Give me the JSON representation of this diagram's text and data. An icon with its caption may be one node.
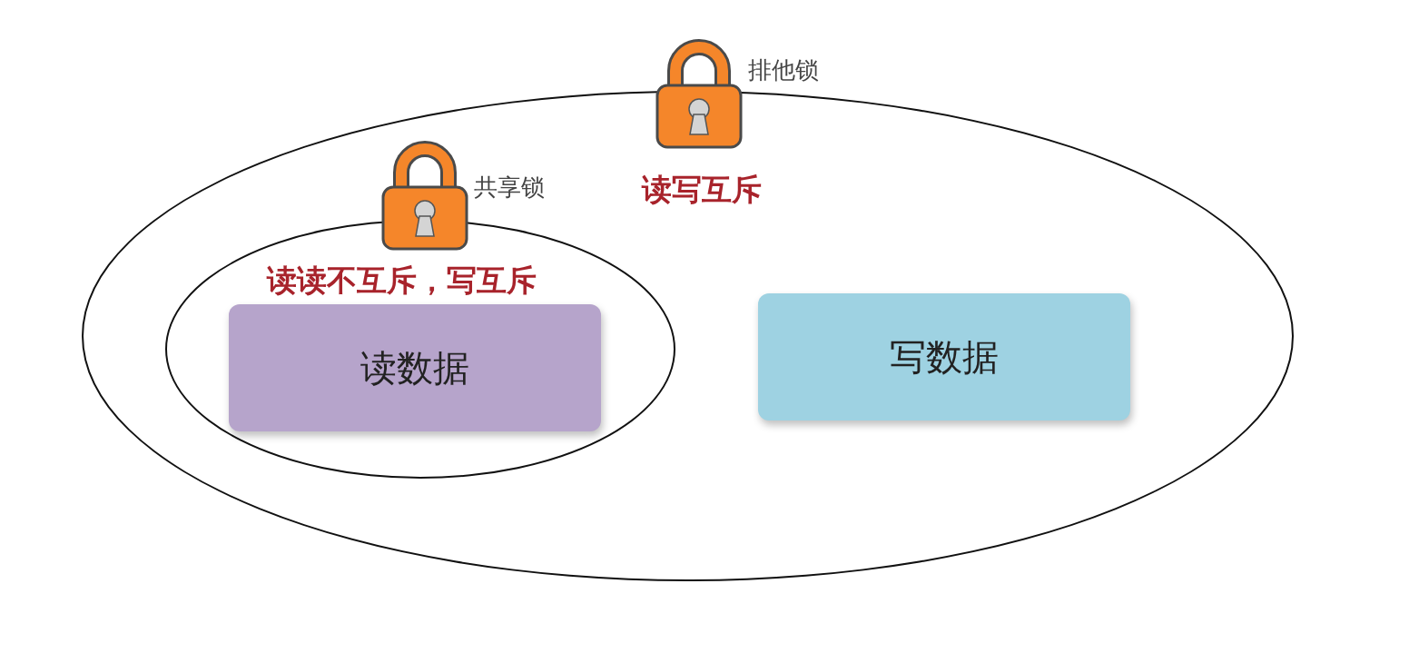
{
  "diagram": {
    "nodes": [
      {
        "text": [
          "读写互斥"
        ],
        "beside": [
          "排他锁"
        ]
      },
      {
        "text": [
          "读读不互斥，写互斥"
        ],
        "beside": [
          "共享锁"
        ],
        "in": 0
      },
      {
        "text": [
          "读数据"
        ],
        "in": 1
      },
      {
        "text": [
          "写数据"
        ],
        "in": 0
      }
    ]
  }
}
